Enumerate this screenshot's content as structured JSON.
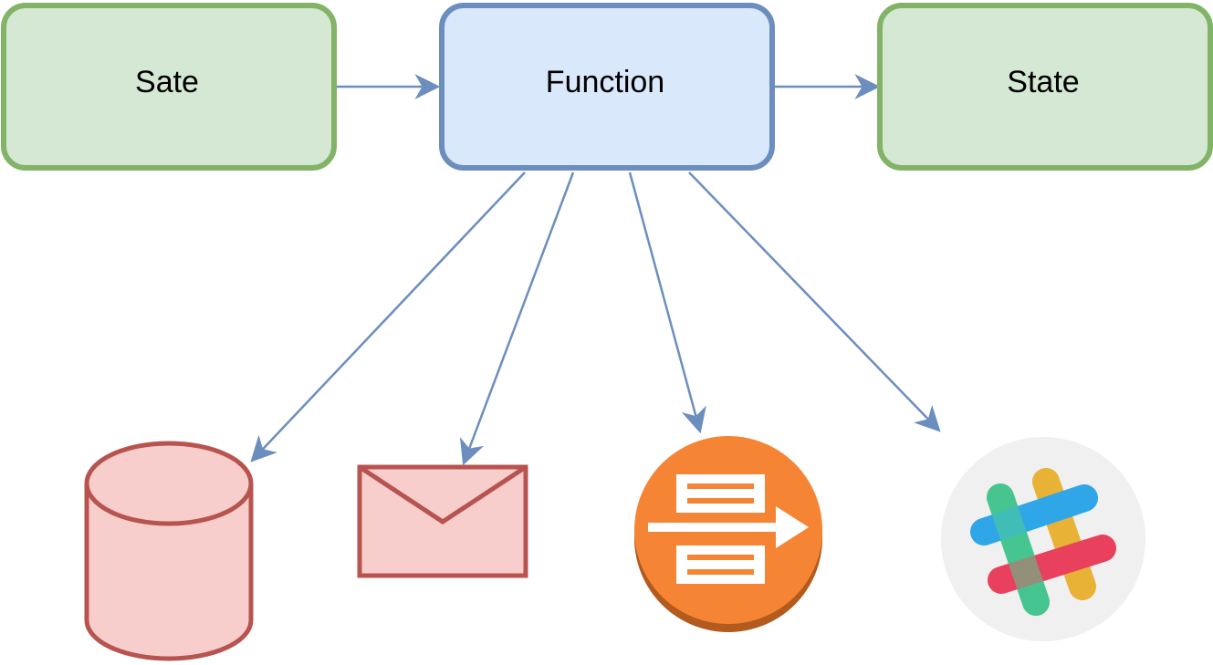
{
  "nodes": {
    "input_state": {
      "label": "Sate"
    },
    "function": {
      "label": "Function"
    },
    "output_state": {
      "label": "State"
    }
  },
  "colors": {
    "state_fill": "#d5e8d4",
    "state_stroke": "#82b366",
    "function_fill": "#dae8fc",
    "function_stroke": "#6c8ebf",
    "edge": "#6c8ebf",
    "side_effect_fill": "#f8cecc",
    "side_effect_stroke": "#b85450",
    "queue_orange": "#f58534",
    "queue_shadow": "#b35a1e",
    "slack_bg": "#f0f0f0"
  },
  "side_effects": [
    {
      "icon": "database-icon"
    },
    {
      "icon": "email-icon"
    },
    {
      "icon": "queue-service-icon"
    },
    {
      "icon": "slack-icon"
    }
  ]
}
